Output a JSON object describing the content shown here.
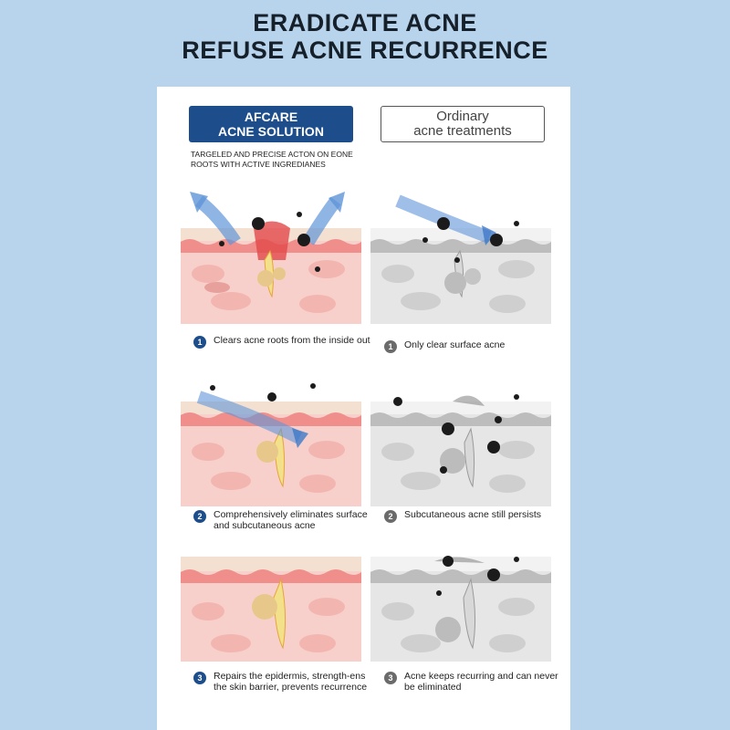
{
  "headline": {
    "line1": "ERADICATE ACNE",
    "line2": "REFUSE ACNE RECURRENCE"
  },
  "left_column": {
    "badge_line1": "AFCARE",
    "badge_line2": "ACNE SOLUTION",
    "subtext_line1": "TARGELED AND PRECISE ACTON ON EONE",
    "subtext_line2": "ROOTS WITH ACTIVE INGREDIANES",
    "items": [
      {
        "number": "1",
        "text": "Clears acne roots from the inside out"
      },
      {
        "number": "2",
        "text": "Comprehensively eliminates surface and subcutaneous acne"
      },
      {
        "number": "3",
        "text": "Repairs the epidermis, strength-ens the skin barrier, prevents recurrence"
      }
    ]
  },
  "right_column": {
    "badge_line1": "Ordinary",
    "badge_line2": "acne treatments",
    "items": [
      {
        "number": "1",
        "text": "Only clear surface acne"
      },
      {
        "number": "2",
        "text": "Subcutaneous acne still persists"
      },
      {
        "number": "3",
        "text": "Acne keeps recurring and can never be eliminated"
      }
    ]
  },
  "colors": {
    "background": "#b8d4ec",
    "brand_blue": "#1d4e8b",
    "skin_pink": "#f7d0cb",
    "skin_red": "#e2484a",
    "gray_skin": "#cfcfcf"
  }
}
